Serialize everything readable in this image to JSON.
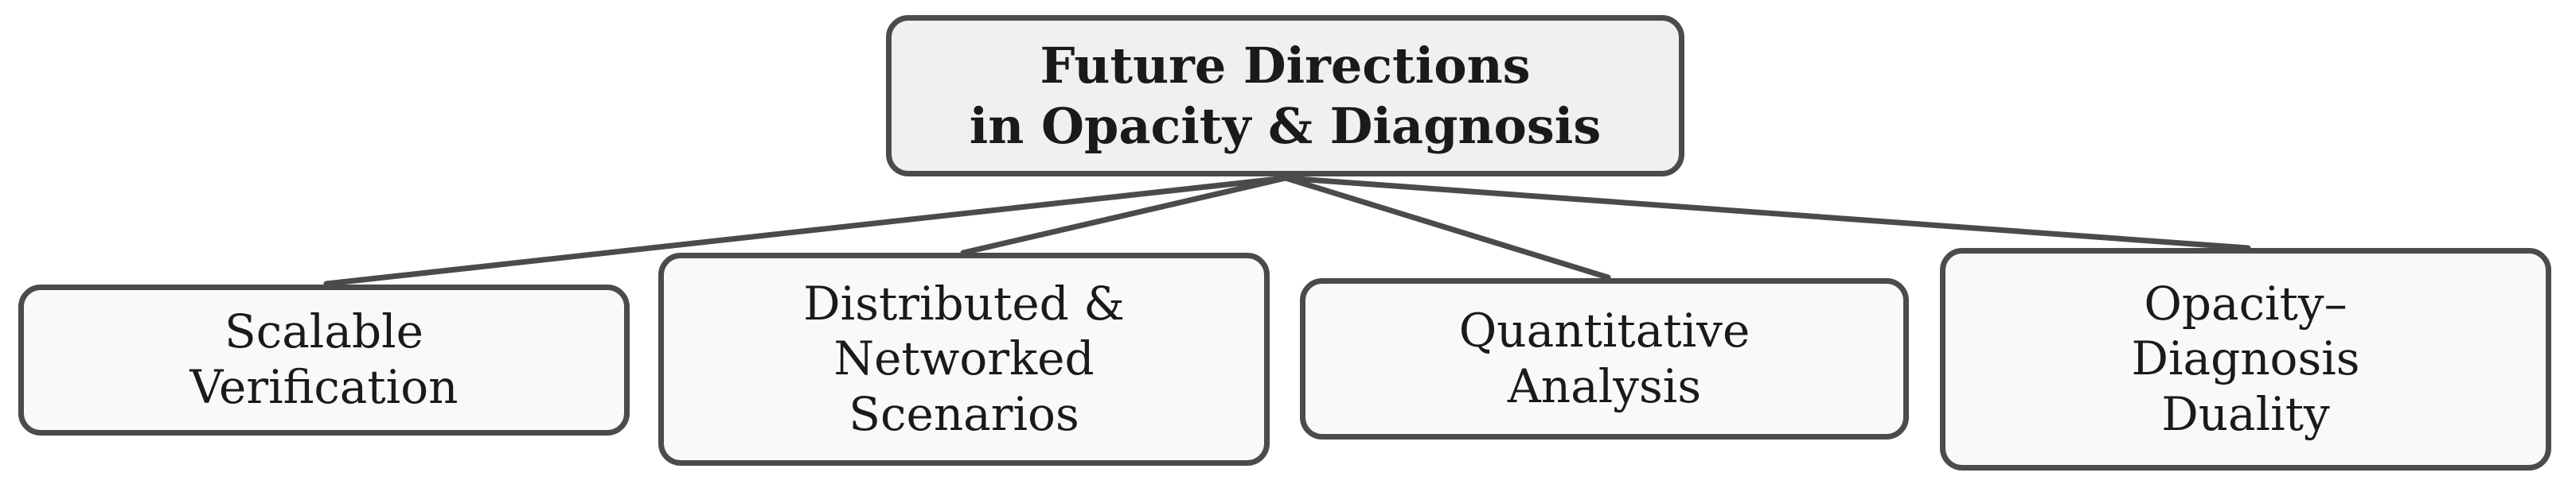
{
  "diagram": {
    "root": {
      "label": "Future Directions\nin Opacity & Diagnosis"
    },
    "children": [
      {
        "label": "Scalable\nVerification"
      },
      {
        "label": "Distributed &\nNetworked\nScenarios"
      },
      {
        "label": "Quantitative\nAnalysis"
      },
      {
        "label": "Opacity–\nDiagnosis\nDuality"
      }
    ]
  },
  "colors": {
    "border": "#4b4b4b",
    "root_fill": "#f0f0f0",
    "child_fill": "#f9f9f9",
    "text": "#1a1a1a"
  }
}
